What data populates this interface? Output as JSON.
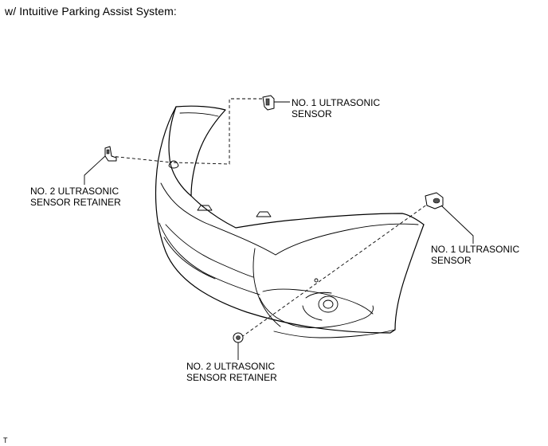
{
  "header": {
    "title": "w/ Intuitive Parking Assist System:"
  },
  "callouts": {
    "sensor_top": {
      "line1": "NO. 1 ULTRASONIC",
      "line2": "SENSOR"
    },
    "retainer_left": {
      "line1": "NO. 2 ULTRASONIC",
      "line2": "SENSOR RETAINER"
    },
    "sensor_right": {
      "line1": "NO. 1 ULTRASONIC",
      "line2": "SENSOR"
    },
    "retainer_bottom": {
      "line1": "NO. 2 ULTRASONIC",
      "line2": "SENSOR RETAINER"
    }
  },
  "footer": {
    "code": "T"
  }
}
